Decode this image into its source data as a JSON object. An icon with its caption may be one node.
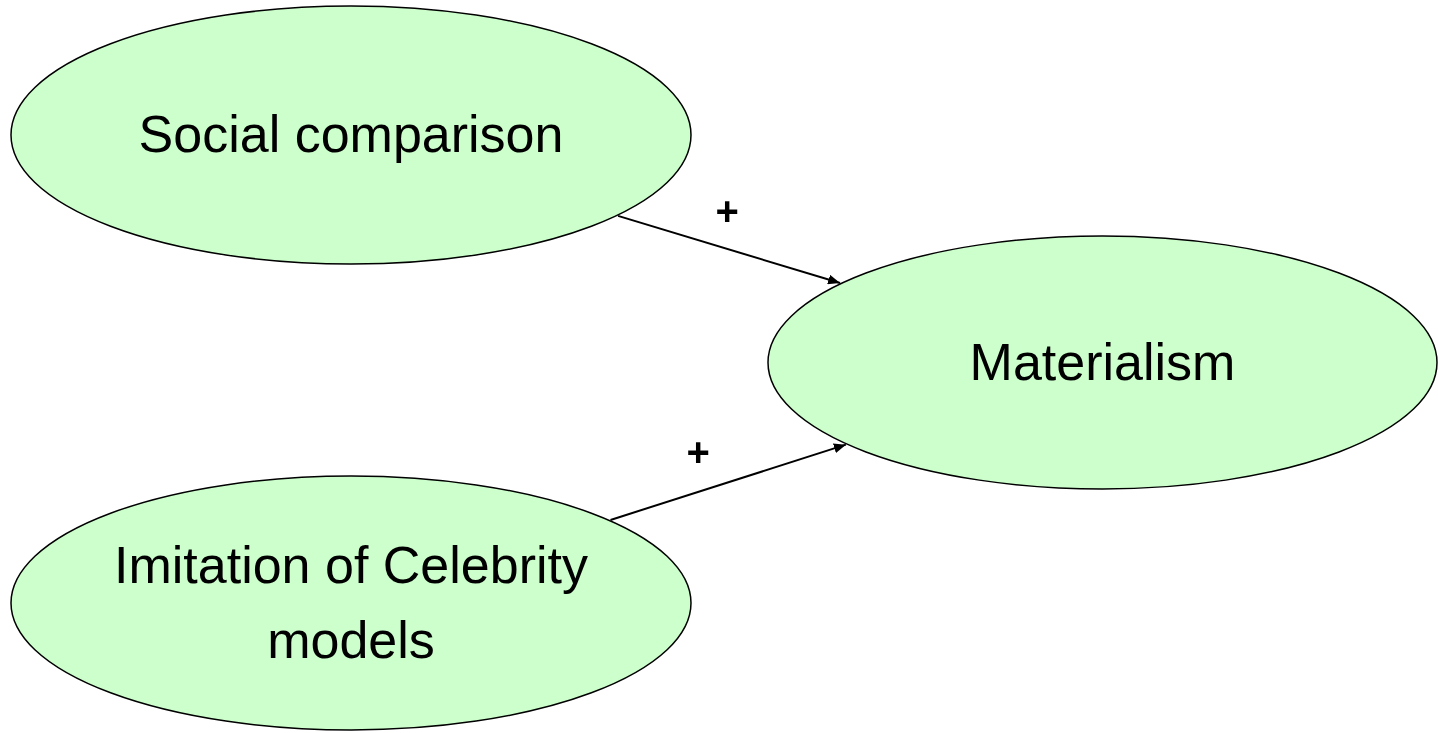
{
  "diagram": {
    "nodes": [
      {
        "text": [
          "Social comparison"
        ]
      },
      {
        "text": [
          "Materialism"
        ]
      },
      {
        "text": [
          "Imitation of Celebrity models"
        ]
      }
    ],
    "edges": [
      {
        "from": 0,
        "to": 1,
        "arrow": "to",
        "label": "+"
      },
      {
        "from": 2,
        "to": 1,
        "arrow": "to",
        "label": "+"
      }
    ]
  }
}
